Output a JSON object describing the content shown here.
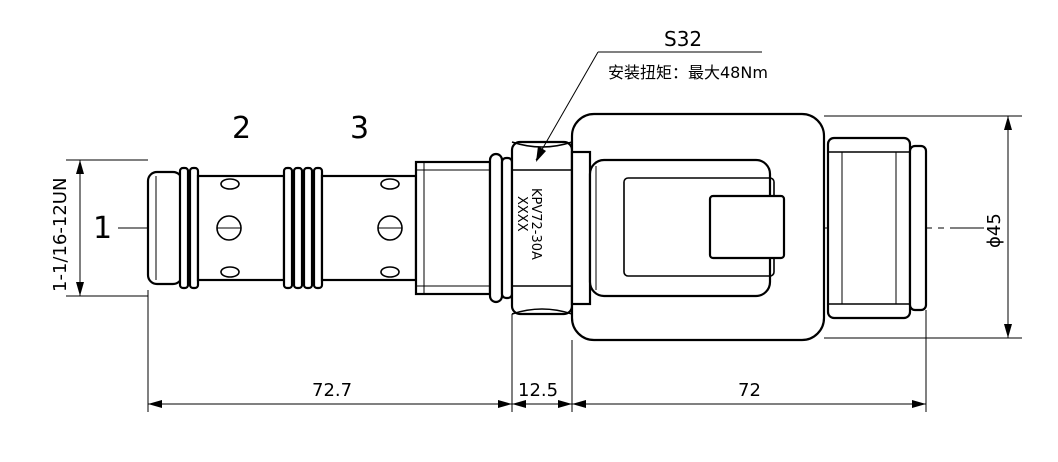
{
  "drawing": {
    "port_labels": [
      "1",
      "2",
      "3"
    ],
    "thread_spec": "1-1/16-12UN",
    "wrench": {
      "size": "S32",
      "torque_note": "安装扭矩：最大48Nm"
    },
    "model_marking": {
      "line1": "KPV72-30A",
      "line2": "XXXX"
    },
    "diameter_label": "ϕ45",
    "dimensions": [
      "72.7",
      "12.5",
      "72"
    ]
  }
}
